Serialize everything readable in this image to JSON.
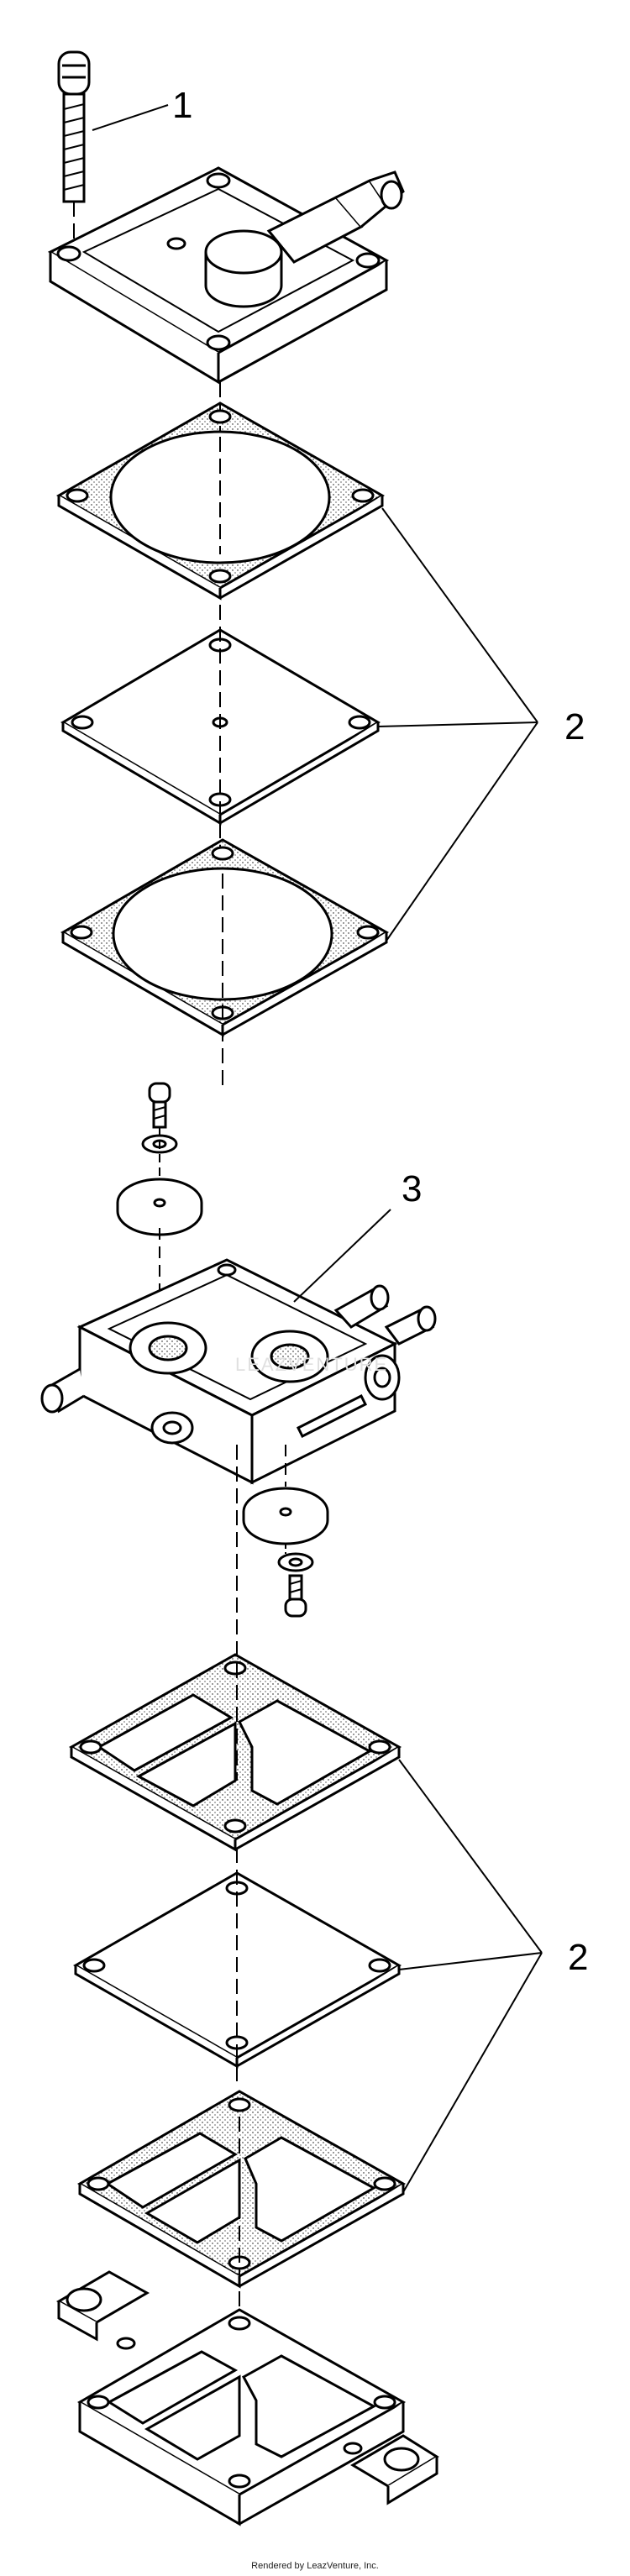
{
  "callouts": {
    "part1": "1",
    "part2_upper": "2",
    "part3": "3",
    "part2_lower": "2"
  },
  "watermark": "LEAZVENTURE",
  "footer": "Rendered by LeazVenture, Inc."
}
